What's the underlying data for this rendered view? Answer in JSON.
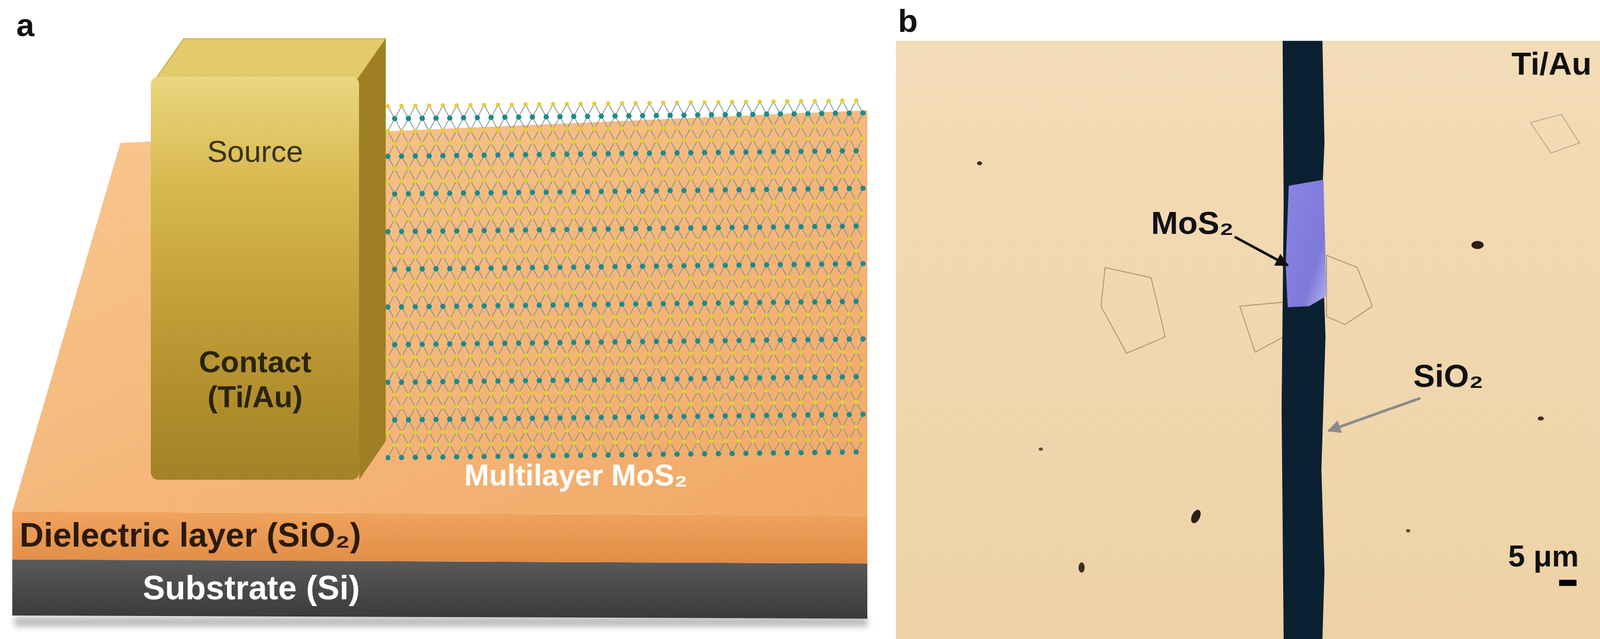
{
  "diagram": {
    "nodes": [
      {
        "text": [
          "Source",
          "Contact (Ti/Au)"
        ]
      },
      {
        "text": [
          "Dielectric layer (SiO₂)"
        ]
      },
      {
        "text": [
          "Substrate (Si)"
        ]
      }
    ],
    "labels": [
      "a",
      "Multilayer MoS₂",
      "b",
      "Ti/Au",
      "MoS₂",
      "SiO₂",
      "5 μm"
    ]
  }
}
